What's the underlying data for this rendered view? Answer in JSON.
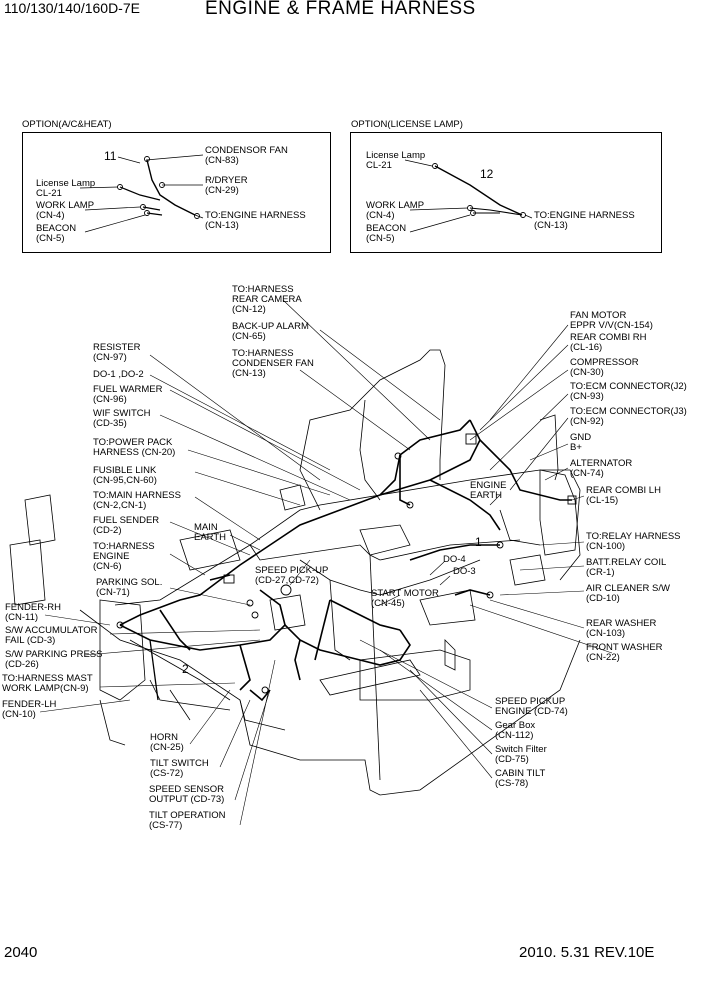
{
  "header": {
    "model": "110/130/140/160D-7E",
    "title": "ENGINE & FRAME HARNESS"
  },
  "footer": {
    "page": "2040",
    "revision": "2010. 5.31  REV.10E"
  },
  "option_ac": {
    "title": "OPTION(A/C&HEAT)",
    "number": "11",
    "labels": {
      "condensor_fan": "CONDENSOR FAN\n(CN-83)",
      "rdryer": "R/DRYER\n(CN-29)",
      "license_lamp": "License Lamp\nCL-21",
      "work_lamp": "WORK LAMP\n(CN-4)",
      "beacon": "BEACON\n(CN-5)",
      "engine_harness": "TO:ENGINE HARNESS\n(CN-13)"
    }
  },
  "option_license": {
    "title": "OPTION(LICENSE LAMP)",
    "number": "12",
    "labels": {
      "license_lamp": "License Lamp\nCL-21",
      "work_lamp": "WORK LAMP\n(CN-4)",
      "beacon": "BEACON\n(CN-5)",
      "engine_harness": "TO:ENGINE HARNESS\n(CN-13)"
    }
  },
  "main": {
    "numbers": {
      "n1": "1",
      "n2": "2"
    },
    "labels": {
      "rear_camera": "TO:HARNESS\nREAR CAMERA\n(CN-12)",
      "backup_alarm": "BACK-UP ALARM\n(CN-65)",
      "condenser_fan": "TO:HARNESS\nCONDENSER FAN\n(CN-13)",
      "resister": "RESISTER\n(CN-97)",
      "do1": "DO-1 ,DO-2",
      "fuel_warmer": "FUEL WARMER\n(CN-96)",
      "wif_switch": "WIF SWITCH\n(CD-35)",
      "power_pack": "TO:POWER PACK\nHARNESS (CN-20)",
      "fusible_link": "FUSIBLE LINK\n(CN-95,CN-60)",
      "main_harness": "TO:MAIN HARNESS\n(CN-2,CN-1)",
      "fuel_sender": "FUEL SENDER\n(CD-2)",
      "main_earth": "MAIN\nEARTH",
      "harness_engine": "TO:HARNESS\nENGINE\n(CN-6)",
      "speed_pickup": "SPEED PICK-UP\n(CD-27,CD-72)",
      "parking_sol": "PARKING SOL.\n(CN-71)",
      "fender_rh": "FENDER-RH\n(CN-11)",
      "sw_accumulator": "S/W ACCUMULATOR\nFAIL (CD-3)",
      "sw_parking": "S/W PARKING PRESS\n(CD-26)",
      "mast_work_lamp": "TO:HARNESS MAST\nWORK LAMP(CN-9)",
      "fender_lh": "FENDER-LH\n(CN-10)",
      "horn": "HORN\n(CN-25)",
      "tilt_switch": "TILT SWITCH\n(CS-72)",
      "speed_sensor": "SPEED SENSOR\nOUTPUT (CD-73)",
      "tilt_operation": "TILT OPERATION\n(CS-77)",
      "fan_motor": "FAN MOTOR\nEPPR V/V(CN-154)",
      "rear_combi_rh": "REAR COMBI RH\n(CL-16)",
      "compressor": "COMPRESSOR\n(CN-30)",
      "ecm_j2": "TO:ECM CONNECTOR(J2)\n(CN-93)",
      "ecm_j3": "TO:ECM CONNECTOR(J3)\n(CN-92)",
      "gnd": "GND\nB+",
      "alternator": "ALTERNATOR\n(CN-74)",
      "engine_earth": "ENGINE\nEARTH",
      "rear_combi_lh": "REAR COMBI LH\n(CL-15)",
      "do4": "DO-4",
      "do3": "DO-3",
      "start_motor": "START MOTOR\n(CN-45)",
      "relay_harness": "TO:RELAY HARNESS\n(CN-100)",
      "batt_relay": "BATT.RELAY COIL\n(CR-1)",
      "air_cleaner": "AIR CLEANER S/W\n(CD-10)",
      "rear_washer": "REAR WASHER\n(CN-103)",
      "front_washer": "FRONT WASHER\n(CN-22)",
      "speed_pickup_engine": "SPEED PICKUP\nENGINE (CD-74)",
      "gear_box": "Gear Box\n(CN-112)",
      "switch_filter": "Switch Filter\n(CD-75)",
      "cabin_tilt": "CABIN TILT\n(CS-78)"
    }
  }
}
